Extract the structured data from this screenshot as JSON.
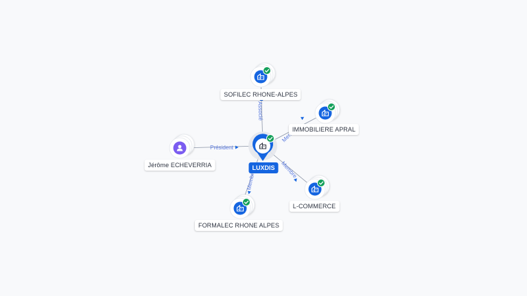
{
  "colors": {
    "background": "#f8f9fb",
    "company_blue": "#1565e0",
    "person_purple": "#7b5cf0",
    "check_green": "#14a05a",
    "edge": "#8a94a6",
    "edge_label": "#5b7be0"
  },
  "center": {
    "label": "LUXDIS",
    "icon": "building-icon"
  },
  "nodes": [
    {
      "id": "sofilec",
      "label": "SOFILEC RHONE-ALPES",
      "icon": "building-icon",
      "verified": true
    },
    {
      "id": "apral",
      "label": "IMMOBILIERE APRAL",
      "icon": "building-icon",
      "verified": true
    },
    {
      "id": "lcommerce",
      "label": "L-COMMERCE",
      "icon": "building-icon",
      "verified": true
    },
    {
      "id": "formalec",
      "label": "FORMALEC RHONE ALPES",
      "icon": "building-icon",
      "verified": true
    },
    {
      "id": "echeverria",
      "label": "Jérôme ECHEVERRIA",
      "icon": "person-icon",
      "verified": false
    }
  ],
  "edges": [
    {
      "to": "sofilec",
      "label": "Associé"
    },
    {
      "to": "apral",
      "label": "Membre"
    },
    {
      "to": "lcommerce",
      "label": "Membre"
    },
    {
      "to": "formalec",
      "label": "Membre"
    },
    {
      "to": "echeverria",
      "label": "Président"
    }
  ]
}
